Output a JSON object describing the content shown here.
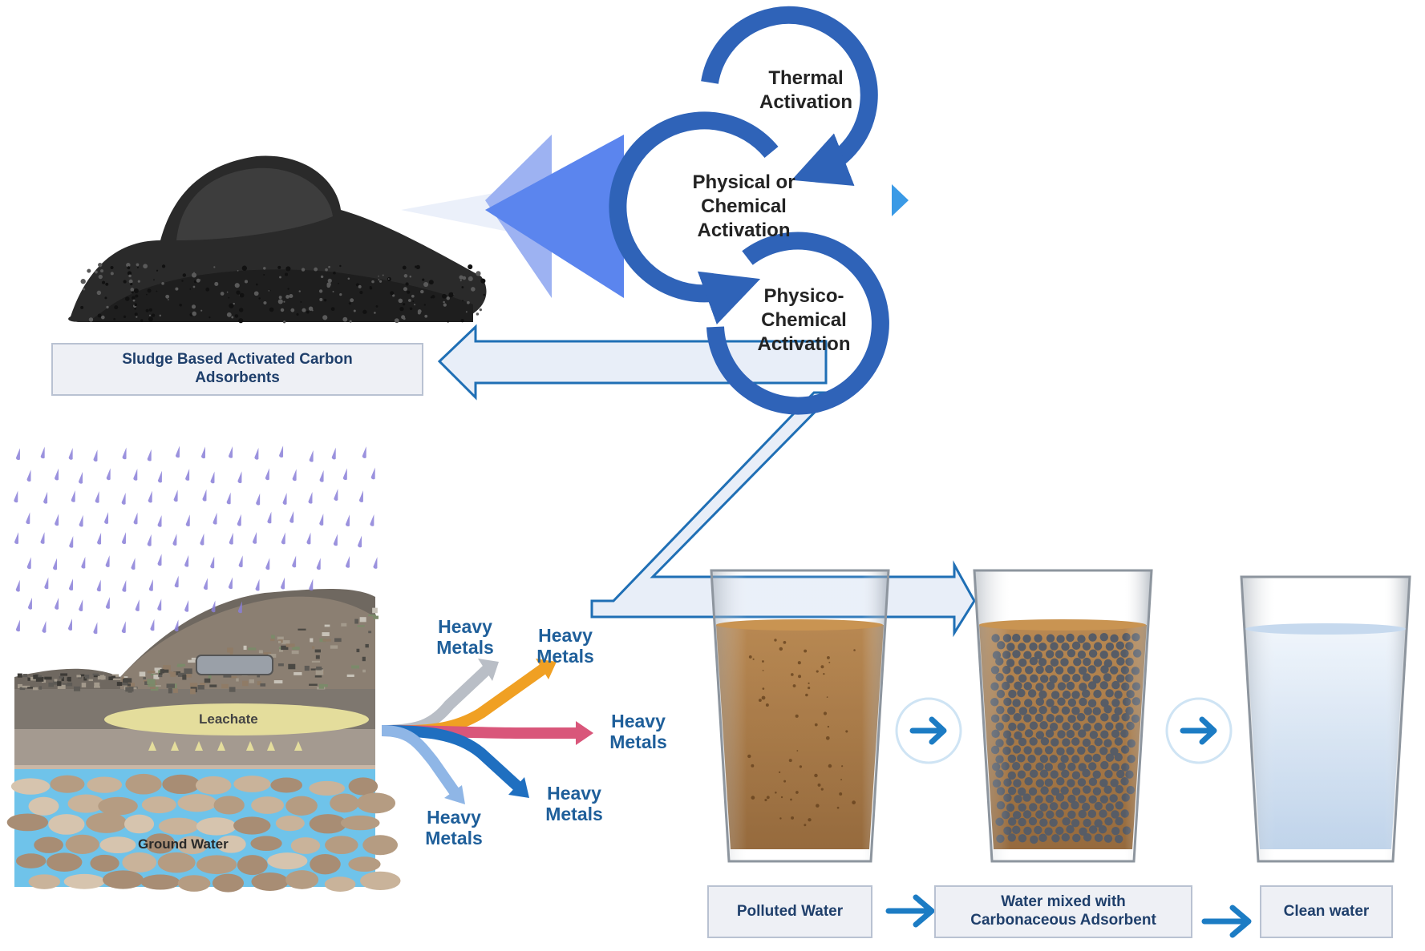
{
  "activation_steps": [
    "Thermal Activation",
    "Physical or Chemical Activation",
    "Physico-Chemical Activation"
  ],
  "product_label": "Sludge Based Activated Carbon Adsorbents",
  "landfill": {
    "leachate_label": "Leachate",
    "groundwater_label": "Ground Water"
  },
  "heavy_metal_label": "Heavy Metals",
  "treatment_stages": [
    "Polluted Water",
    "Water mixed with Carbonaceous Adsorbent",
    "Clean water"
  ],
  "colors": {
    "cycle_arrow": "#2f63b8",
    "flow_arrow_fill": "#e8eef8",
    "flow_arrow_stroke": "#1f6fb5",
    "polluted_water": "#a8743a",
    "clean_water": "#d8e6f5",
    "adsorbent_particles": "#444a55",
    "stage_arrow": "#1c7cc4",
    "branch_colors": [
      "#b9bec6",
      "#f0a023",
      "#d9567a",
      "#1f6fc0",
      "#8fb6e6"
    ]
  }
}
